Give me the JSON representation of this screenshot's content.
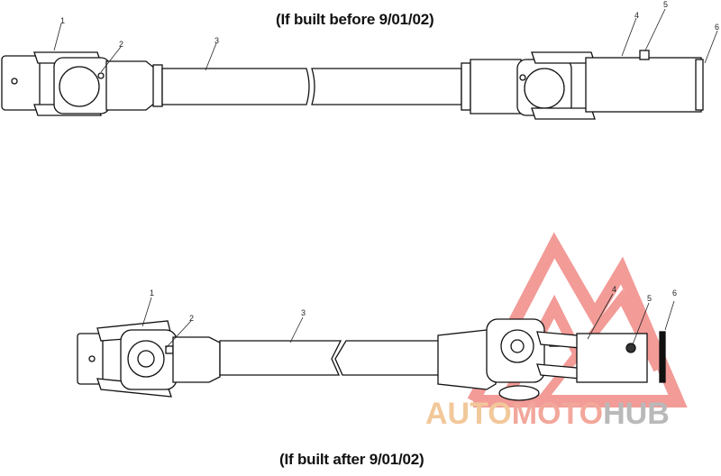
{
  "diagram": {
    "top_caption": "(If built before 9/01/02)",
    "bottom_caption": "(If built after 9/01/02)",
    "top_callouts": [
      "1",
      "2",
      "3",
      "4",
      "5",
      "6"
    ],
    "bottom_callouts": [
      "1",
      "2",
      "3",
      "4",
      "5",
      "6"
    ]
  },
  "watermark": {
    "word_1": "AUTO",
    "word_2": "MOTO",
    "word_3": "HUB",
    "colors": {
      "auto": "#f2c89a",
      "moto": "#f2a79b",
      "hub": "#b9b9b9",
      "logo": "#f08a86"
    }
  }
}
